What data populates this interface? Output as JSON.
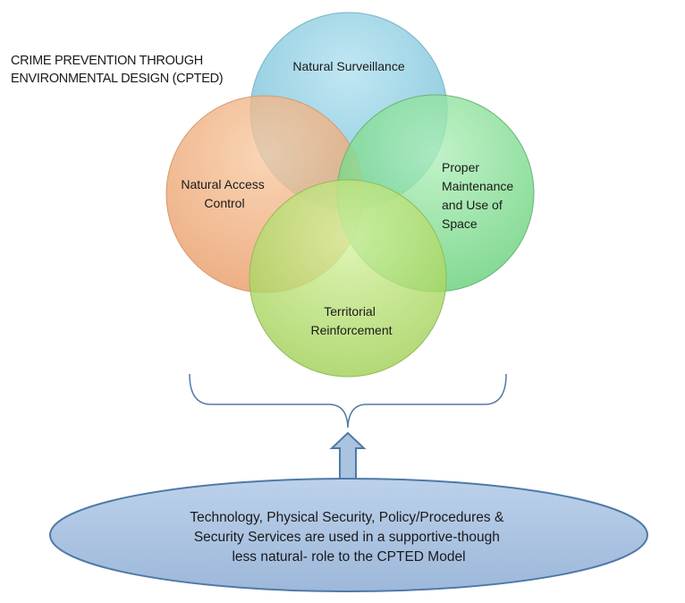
{
  "title": {
    "line1": "CRIME PREVENTION THROUGH",
    "line2": "ENVIRONMENTAL DESIGN (CPTED)"
  },
  "circles": {
    "natural_surveillance": {
      "lines": [
        "Natural Surveillance"
      ],
      "color": "#8ecfe3"
    },
    "natural_access_control": {
      "lines": [
        "Natural Access",
        "Control"
      ],
      "color": "#f0b27e"
    },
    "proper_maintenance": {
      "lines": [
        "Proper",
        "Maintenance",
        "and Use of",
        "Space"
      ],
      "color": "#84de93"
    },
    "territorial_reinforcement": {
      "lines": [
        "Territorial",
        "Reinforcement"
      ],
      "color": "#b7e06e"
    }
  },
  "base": {
    "lines": [
      "Technology, Physical Security, Policy/Procedures &",
      "Security Services are used in a supportive-though",
      "less natural- role to the CPTED Model"
    ],
    "fill_color": "#a9c3e0",
    "stroke_color": "#4f79a8"
  },
  "bracket_color": "#5578a8",
  "arrow_color": "#a9c3e0"
}
